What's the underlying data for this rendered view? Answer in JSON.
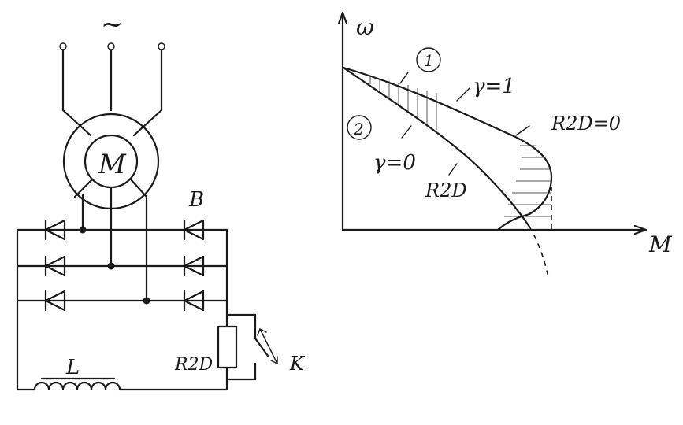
{
  "circuit": {
    "supply_symbol": "~",
    "motor_label": "M",
    "bridge_label": "B",
    "resistor_label": "R2D",
    "inductor_label": "L",
    "switch_label": "K"
  },
  "graph": {
    "y_axis_label": "ω",
    "x_axis_label": "M",
    "curve_gamma1_label": "γ=1",
    "curve_gamma0_label": "γ=0",
    "curve_r2d_label": "R2D",
    "curve_r2d0_label": "R2D=0",
    "region1_marker": "1",
    "region2_marker": "2"
  }
}
